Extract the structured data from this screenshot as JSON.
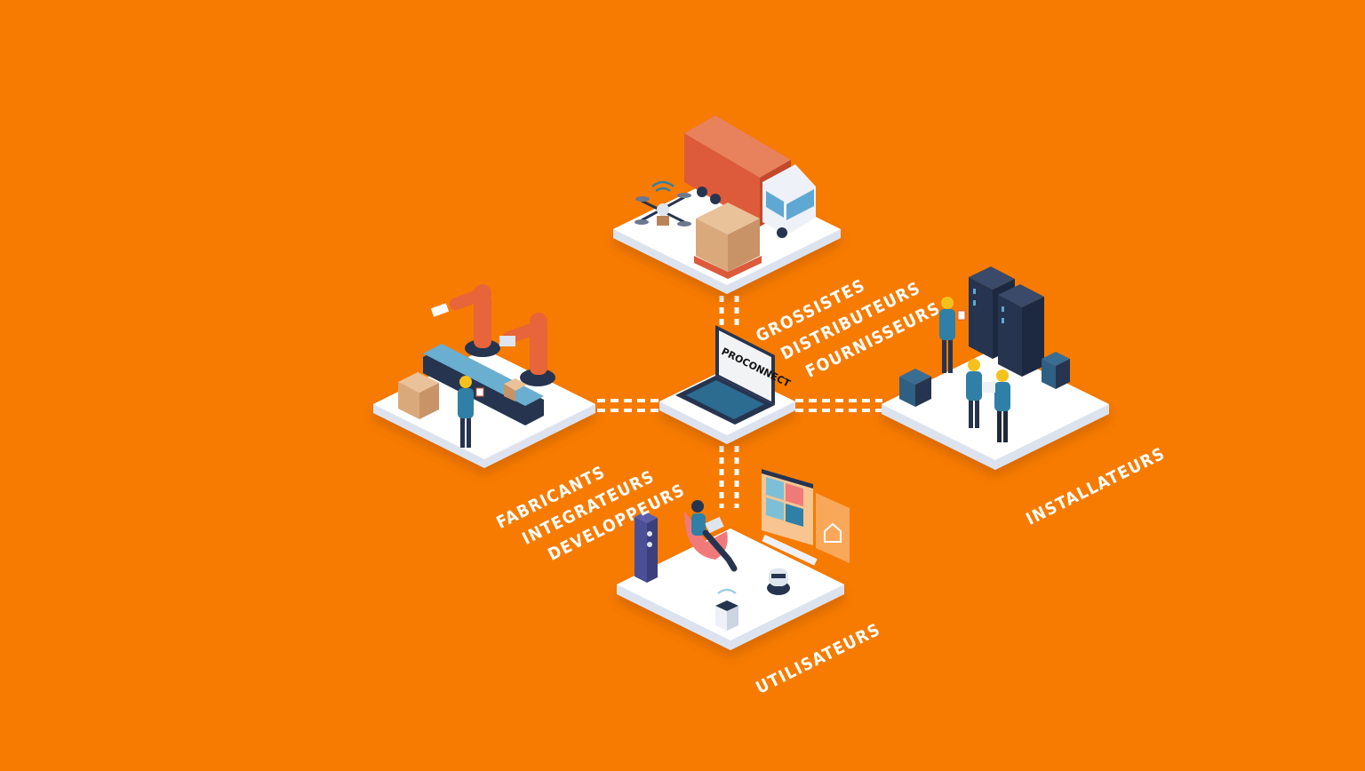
{
  "diagram": {
    "background_color": "#f77b00",
    "hub": {
      "label": "PROCONNECT",
      "icon": "laptop-icon"
    },
    "nodes": [
      {
        "id": "distribution",
        "position": "top",
        "scene": "truck, drone and pallet of boxes",
        "labels": [
          "GROSSISTES",
          "DISTRIBUTEURS",
          "FOURNISSEURS"
        ]
      },
      {
        "id": "manufacturing",
        "position": "left",
        "scene": "robotic arms, conveyor belt and worker",
        "labels": [
          "FABRICANTS",
          "INTEGRATEURS",
          "DEVELOPPEURS"
        ]
      },
      {
        "id": "installers",
        "position": "right",
        "scene": "server racks and technicians",
        "labels": [
          "INSTALLATEURS"
        ]
      },
      {
        "id": "users",
        "position": "bottom",
        "scene": "smart home: person with laptop, speaker, robot, hub, control panel",
        "labels": [
          "UTILISATEURS"
        ]
      }
    ],
    "colors": {
      "platform": "#ffffff",
      "platform_side": "#dde3ee",
      "connector": "#ffffff",
      "navy": "#26344f",
      "teal": "#2f7fa6",
      "robot_orange": "#e8643a",
      "truck_red": "#dd5a3a",
      "box_tan": "#d9a97c"
    }
  }
}
